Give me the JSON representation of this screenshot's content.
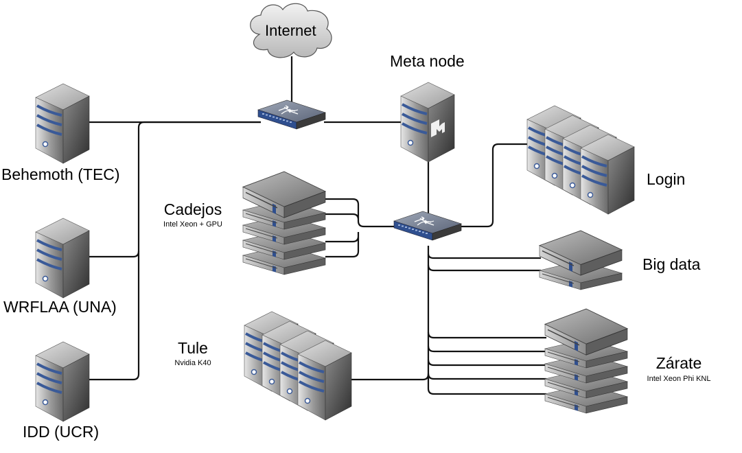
{
  "internet": {
    "label": "Internet"
  },
  "meta_node": {
    "label": "Meta node"
  },
  "nodes": {
    "behemoth": {
      "label": "Behemoth (TEC)"
    },
    "wrflaa": {
      "label": "WRFLAA (UNA)"
    },
    "idd": {
      "label": "IDD (UCR)"
    },
    "cadejos": {
      "label": "Cadejos",
      "sub": "Intel Xeon + GPU"
    },
    "tule": {
      "label": "Tule",
      "sub": "Nvidia K40"
    },
    "login": {
      "label": "Login"
    },
    "bigdata": {
      "label": "Big data"
    },
    "zarate": {
      "label": "Zárate",
      "sub": "Intel Xeon Phi KNL"
    }
  },
  "colors": {
    "server_light": "#c8c8c8",
    "server_dark": "#4a4a4a",
    "stripe_blue": "#3a5a98",
    "switch_blue": "#2f4f8f",
    "cloud_fill": "#d8d8d8",
    "line": "#111111"
  }
}
